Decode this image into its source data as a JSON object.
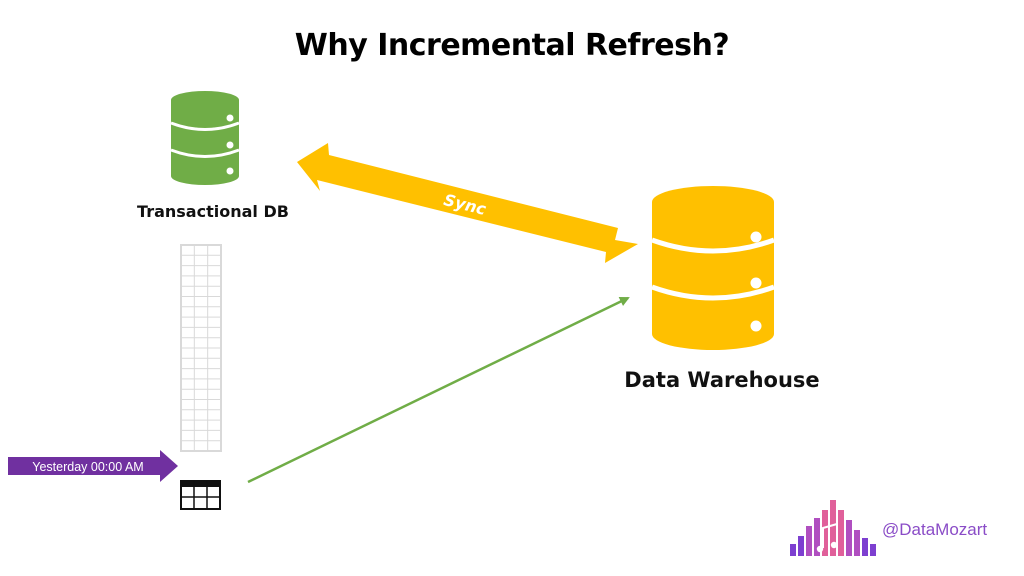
{
  "title": "Why Incremental Refresh?",
  "source": {
    "label": "Transactional DB",
    "icon": "database-icon",
    "color": "#70ad47"
  },
  "target": {
    "label": "Data Warehouse",
    "icon": "database-icon",
    "color": "#ffc000"
  },
  "sync_arrow": {
    "label": "Sync",
    "color": "#ffc000"
  },
  "cutoff_marker": {
    "label": "Yesterday 00:00 AM",
    "color": "#7030a0"
  },
  "load_arrow": {
    "color": "#70ad47"
  },
  "branding": {
    "logo": "datamozart-logo",
    "handle": "@DataMozart"
  }
}
